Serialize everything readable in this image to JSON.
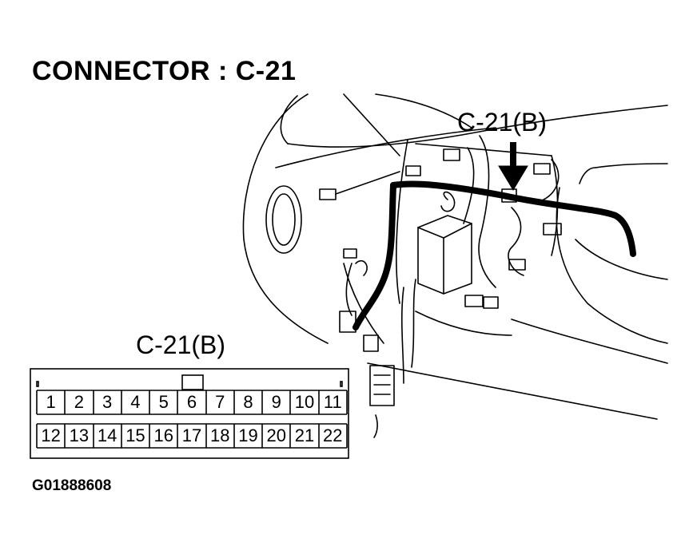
{
  "title": "CONNECTOR : C-21",
  "callout_dash": "C-21(B)",
  "callout_face": "C-21(B)",
  "code": "G01888608",
  "pins_row1": [
    "1",
    "2",
    "3",
    "4",
    "5",
    "6",
    "7",
    "8",
    "9",
    "10",
    "11"
  ],
  "pins_row2": [
    "12",
    "13",
    "14",
    "15",
    "16",
    "17",
    "18",
    "19",
    "20",
    "21",
    "22"
  ]
}
